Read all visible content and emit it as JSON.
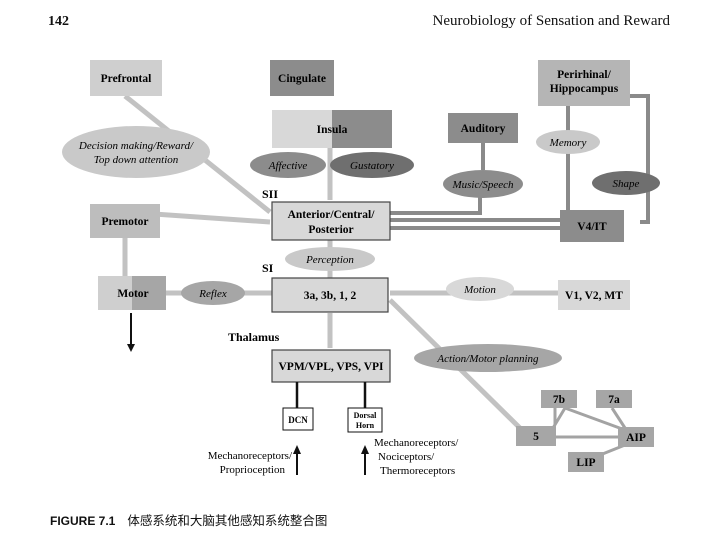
{
  "header": {
    "page_number": "142",
    "book_title": "Neurobiology of Sensation and Reward"
  },
  "diagram": {
    "prefrontal": "Prefrontal",
    "cingulate": "Cingulate",
    "perirhinal_line1": "Perirhinal/",
    "perirhinal_line2": "Hippocampus",
    "insula": "Insula",
    "auditory": "Auditory",
    "decision_line1": "Decision making/Reward/",
    "decision_line2": "Top down attention",
    "affective": "Affective",
    "gustatory": "Gustatory",
    "memory": "Memory",
    "music_speech": "Music/Speech",
    "shape": "Shape",
    "sii": "SII",
    "premotor": "Premotor",
    "acp_line1": "Anterior/Central/",
    "acp_line2": "Posterior",
    "v4it": "V4/IT",
    "perception": "Perception",
    "si": "SI",
    "motor": "Motor",
    "reflex": "Reflex",
    "s1_areas": "3a, 3b, 1, 2",
    "motion": "Motion",
    "v1v2mt": "V1, V2, MT",
    "thalamus": "Thalamus",
    "action_motor": "Action/Motor planning",
    "vpm": "VPM/VPL, VPS, VPI",
    "dcn": "DCN",
    "dorsal_line1": "Dorsal",
    "dorsal_line2": "Horn",
    "a7b": "7b",
    "a7a": "7a",
    "a5": "5",
    "aip": "AIP",
    "lip": "LIP",
    "mech_left_line1": "Mechanoreceptors/",
    "mech_left_line2": "Proprioception",
    "mech_right_line1": "Mechanoreceptors/",
    "mech_right_line2": "Nociceptors/",
    "mech_right_line3": "Thermoreceptors"
  },
  "caption": {
    "figure_label": "FIGURE 7.1",
    "text": "体感系统和大脑其他感知系统整合图"
  }
}
